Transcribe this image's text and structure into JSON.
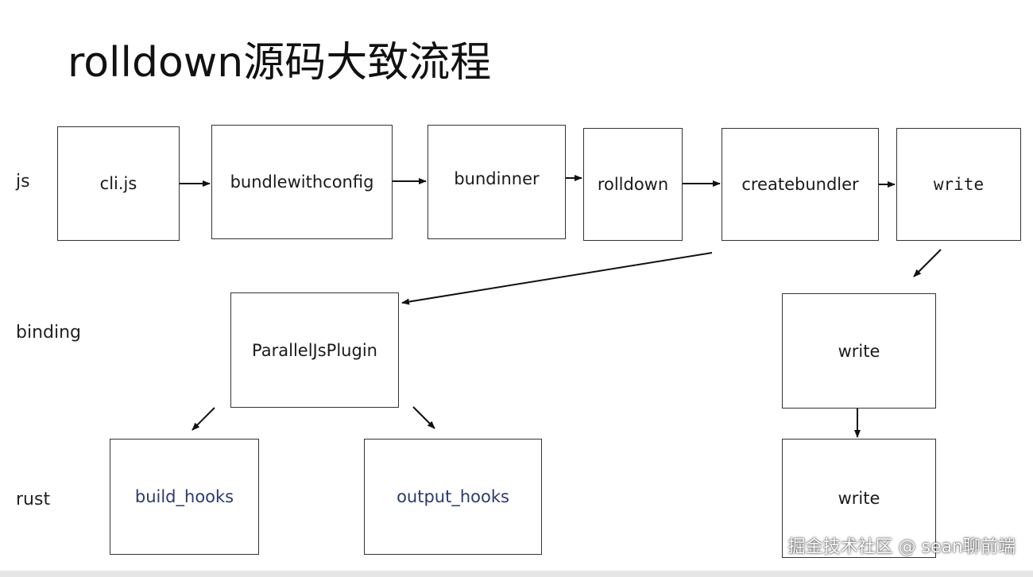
{
  "title": "rolldown源码大致流程",
  "rows": {
    "js": "js",
    "binding": "binding",
    "rust": "rust"
  },
  "nodes": {
    "cli": "cli.js",
    "bundlewithconfig": "bundlewithconfig",
    "bundinner": "bundinner",
    "rolldown": "rolldown",
    "createbundler": "createbundler",
    "write_js": "write",
    "paralleljsplugin": "ParallelJsPlugin",
    "write_binding": "write",
    "build_hooks": "build_hooks",
    "output_hooks": "output_hooks",
    "write_rust": "write"
  },
  "edges": [
    {
      "from": "cli.js",
      "to": "bundlewithconfig"
    },
    {
      "from": "bundlewithconfig",
      "to": "bundinner"
    },
    {
      "from": "bundinner",
      "to": "rolldown"
    },
    {
      "from": "rolldown",
      "to": "createbundler"
    },
    {
      "from": "createbundler",
      "to": "write"
    },
    {
      "from": "createbundler",
      "to": "ParallelJsPlugin"
    },
    {
      "from": "write",
      "to": "write (binding)"
    },
    {
      "from": "ParallelJsPlugin",
      "to": "build_hooks"
    },
    {
      "from": "ParallelJsPlugin",
      "to": "output_hooks"
    },
    {
      "from": "write (binding)",
      "to": "write (rust)"
    }
  ],
  "watermark": "掘金技术社区 @ sean聊前端",
  "colors": {
    "rust_text": "#2c3a6e",
    "border": "#333333"
  }
}
